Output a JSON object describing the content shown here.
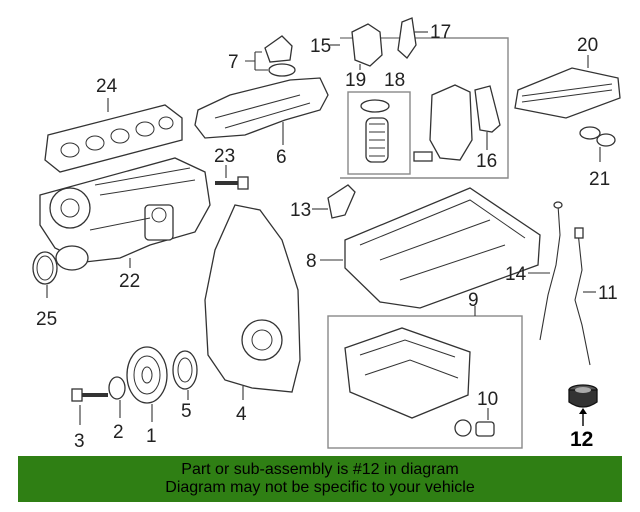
{
  "diagram": {
    "callouts": {
      "c1": "1",
      "c2": "2",
      "c3": "3",
      "c4": "4",
      "c5": "5",
      "c6": "6",
      "c7": "7",
      "c8": "8",
      "c9": "9",
      "c10": "10",
      "c11": "11",
      "c12": "12",
      "c13": "13",
      "c14": "14",
      "c15": "15",
      "c16": "16",
      "c17": "17",
      "c18": "18",
      "c19": "19",
      "c20": "20",
      "c21": "21",
      "c22": "22",
      "c23": "23",
      "c24": "24",
      "c25": "25"
    },
    "highlighted_part": "12"
  },
  "banner": {
    "line1": "Part or sub-assembly is #12 in diagram",
    "line2": "Diagram may not be specific to your vehicle",
    "color": "#2f7f14"
  }
}
